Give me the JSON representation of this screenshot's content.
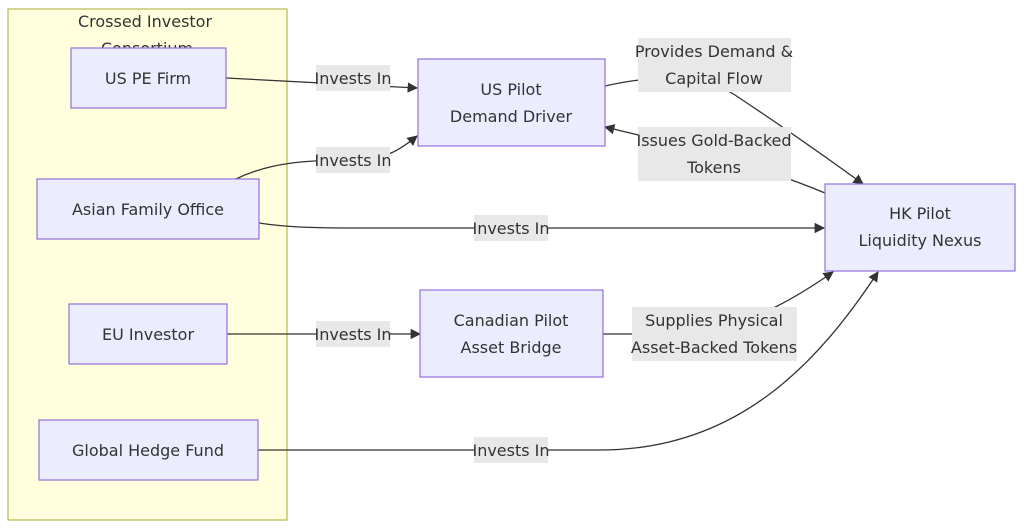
{
  "group": {
    "title": "Crossed Investor Consortium"
  },
  "nodes": {
    "us_pe": {
      "label": "US PE Firm"
    },
    "asian_family": {
      "label": "Asian Family Office"
    },
    "eu_investor": {
      "label": "EU Investor"
    },
    "global_hedge": {
      "label": "Global Hedge Fund"
    },
    "us_pilot": {
      "line1": "US Pilot",
      "line2": "Demand Driver"
    },
    "canadian_pilot": {
      "line1": "Canadian Pilot",
      "line2": "Asset Bridge"
    },
    "hk_pilot": {
      "line1": "HK Pilot",
      "line2": "Liquidity Nexus"
    }
  },
  "edges": {
    "us_pe_to_us_pilot": {
      "label": "Invests In"
    },
    "asian_to_us_pilot": {
      "label": "Invests In"
    },
    "asian_to_hk": {
      "label": "Invests In"
    },
    "eu_to_canadian": {
      "label": "Invests In"
    },
    "hedge_to_hk": {
      "label": "Invests In"
    },
    "us_pilot_to_hk": {
      "line1": "Provides Demand &",
      "line2": "Capital Flow"
    },
    "hk_to_us_pilot": {
      "line1": "Issues Gold-Backed",
      "line2": "Tokens"
    },
    "canadian_to_hk": {
      "line1": "Supplies Physical",
      "line2": "Asset-Backed Tokens"
    }
  }
}
